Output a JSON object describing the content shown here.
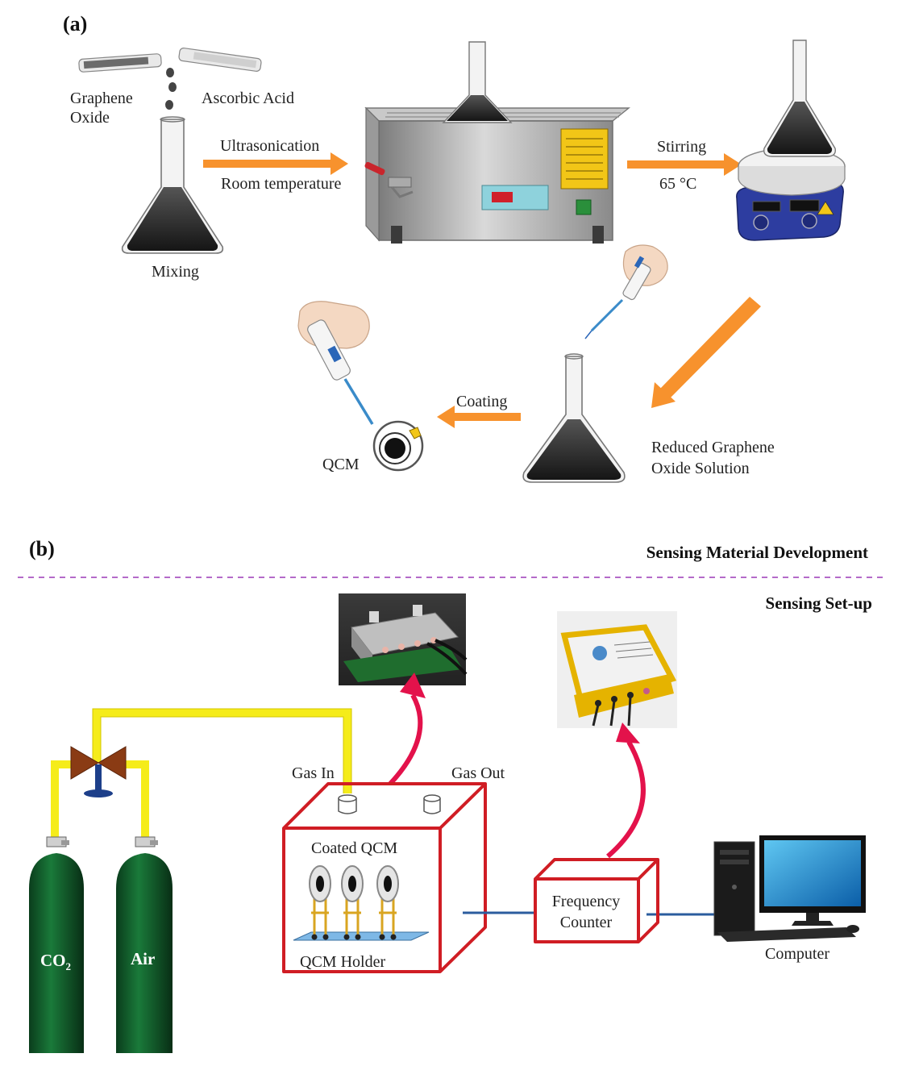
{
  "panel_a": {
    "label": "(a)",
    "reagents": {
      "left": [
        "Graphene",
        "Oxide"
      ],
      "right": "Ascorbic Acid"
    },
    "mixing": "Mixing",
    "step1": {
      "top": "Ultrasonication",
      "bottom": "Room temperature"
    },
    "step2": {
      "top": "Stirring",
      "bottom": "65 °C"
    },
    "solution": [
      "Reduced Graphene",
      "Oxide Solution"
    ],
    "coating": "Coating",
    "qcm": "QCM"
  },
  "panel_b": {
    "label": "(b)",
    "section_top": "Sensing Material Development",
    "section_bottom": "Sensing Set-up",
    "gas_in": "Gas In",
    "gas_out": "Gas Out",
    "coated_qcm": "Coated QCM",
    "qcm_holder": "QCM Holder",
    "counter": [
      "Frequency",
      "Counter"
    ],
    "computer": "Computer",
    "cyl_co2": "CO",
    "cyl_co2_sub": "2",
    "cyl_air": "Air"
  },
  "colors": {
    "arrow_orange": "#f7922d",
    "box_red": "#d01d24",
    "pipe_yellow": "#f5ec1a",
    "curve_red": "#e3124b",
    "cylinder_green": "#0f5a2a",
    "divider_purple": "#b46ac9"
  }
}
